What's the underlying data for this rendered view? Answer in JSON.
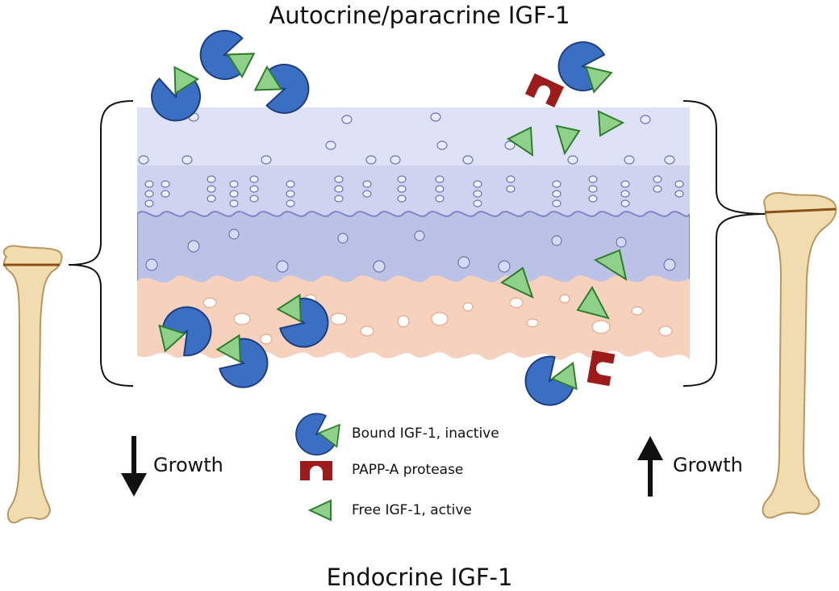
{
  "titles": {
    "top": "Autocrine/paracrine IGF-1",
    "bottom": "Endocrine IGF-1"
  },
  "left_panel": {
    "growth_label": "Growth",
    "arrow_direction": "down"
  },
  "right_panel": {
    "growth_label": "Growth",
    "arrow_direction": "up"
  },
  "legend": [
    {
      "label": "Bound IGF-1, inactive",
      "icon": "bound-igf1-icon"
    },
    {
      "label": "PAPP-A protease",
      "icon": "papp-a-icon"
    },
    {
      "label": "Free IGF-1, active",
      "icon": "free-igf1-icon"
    }
  ],
  "colors": {
    "binding_protein": "#3a6fc4",
    "binding_protein_stroke": "#1d3e80",
    "igf1": "#8fd18a",
    "igf1_stroke": "#2f7d2b",
    "papp_a": "#9e1b1b",
    "bone": "#f1dcb0",
    "bone_stroke": "#b8975f",
    "cartilage": "#dfe2f6",
    "hypertrophic": "#bcc2e6",
    "bone_zone": "#f6d2bd"
  }
}
